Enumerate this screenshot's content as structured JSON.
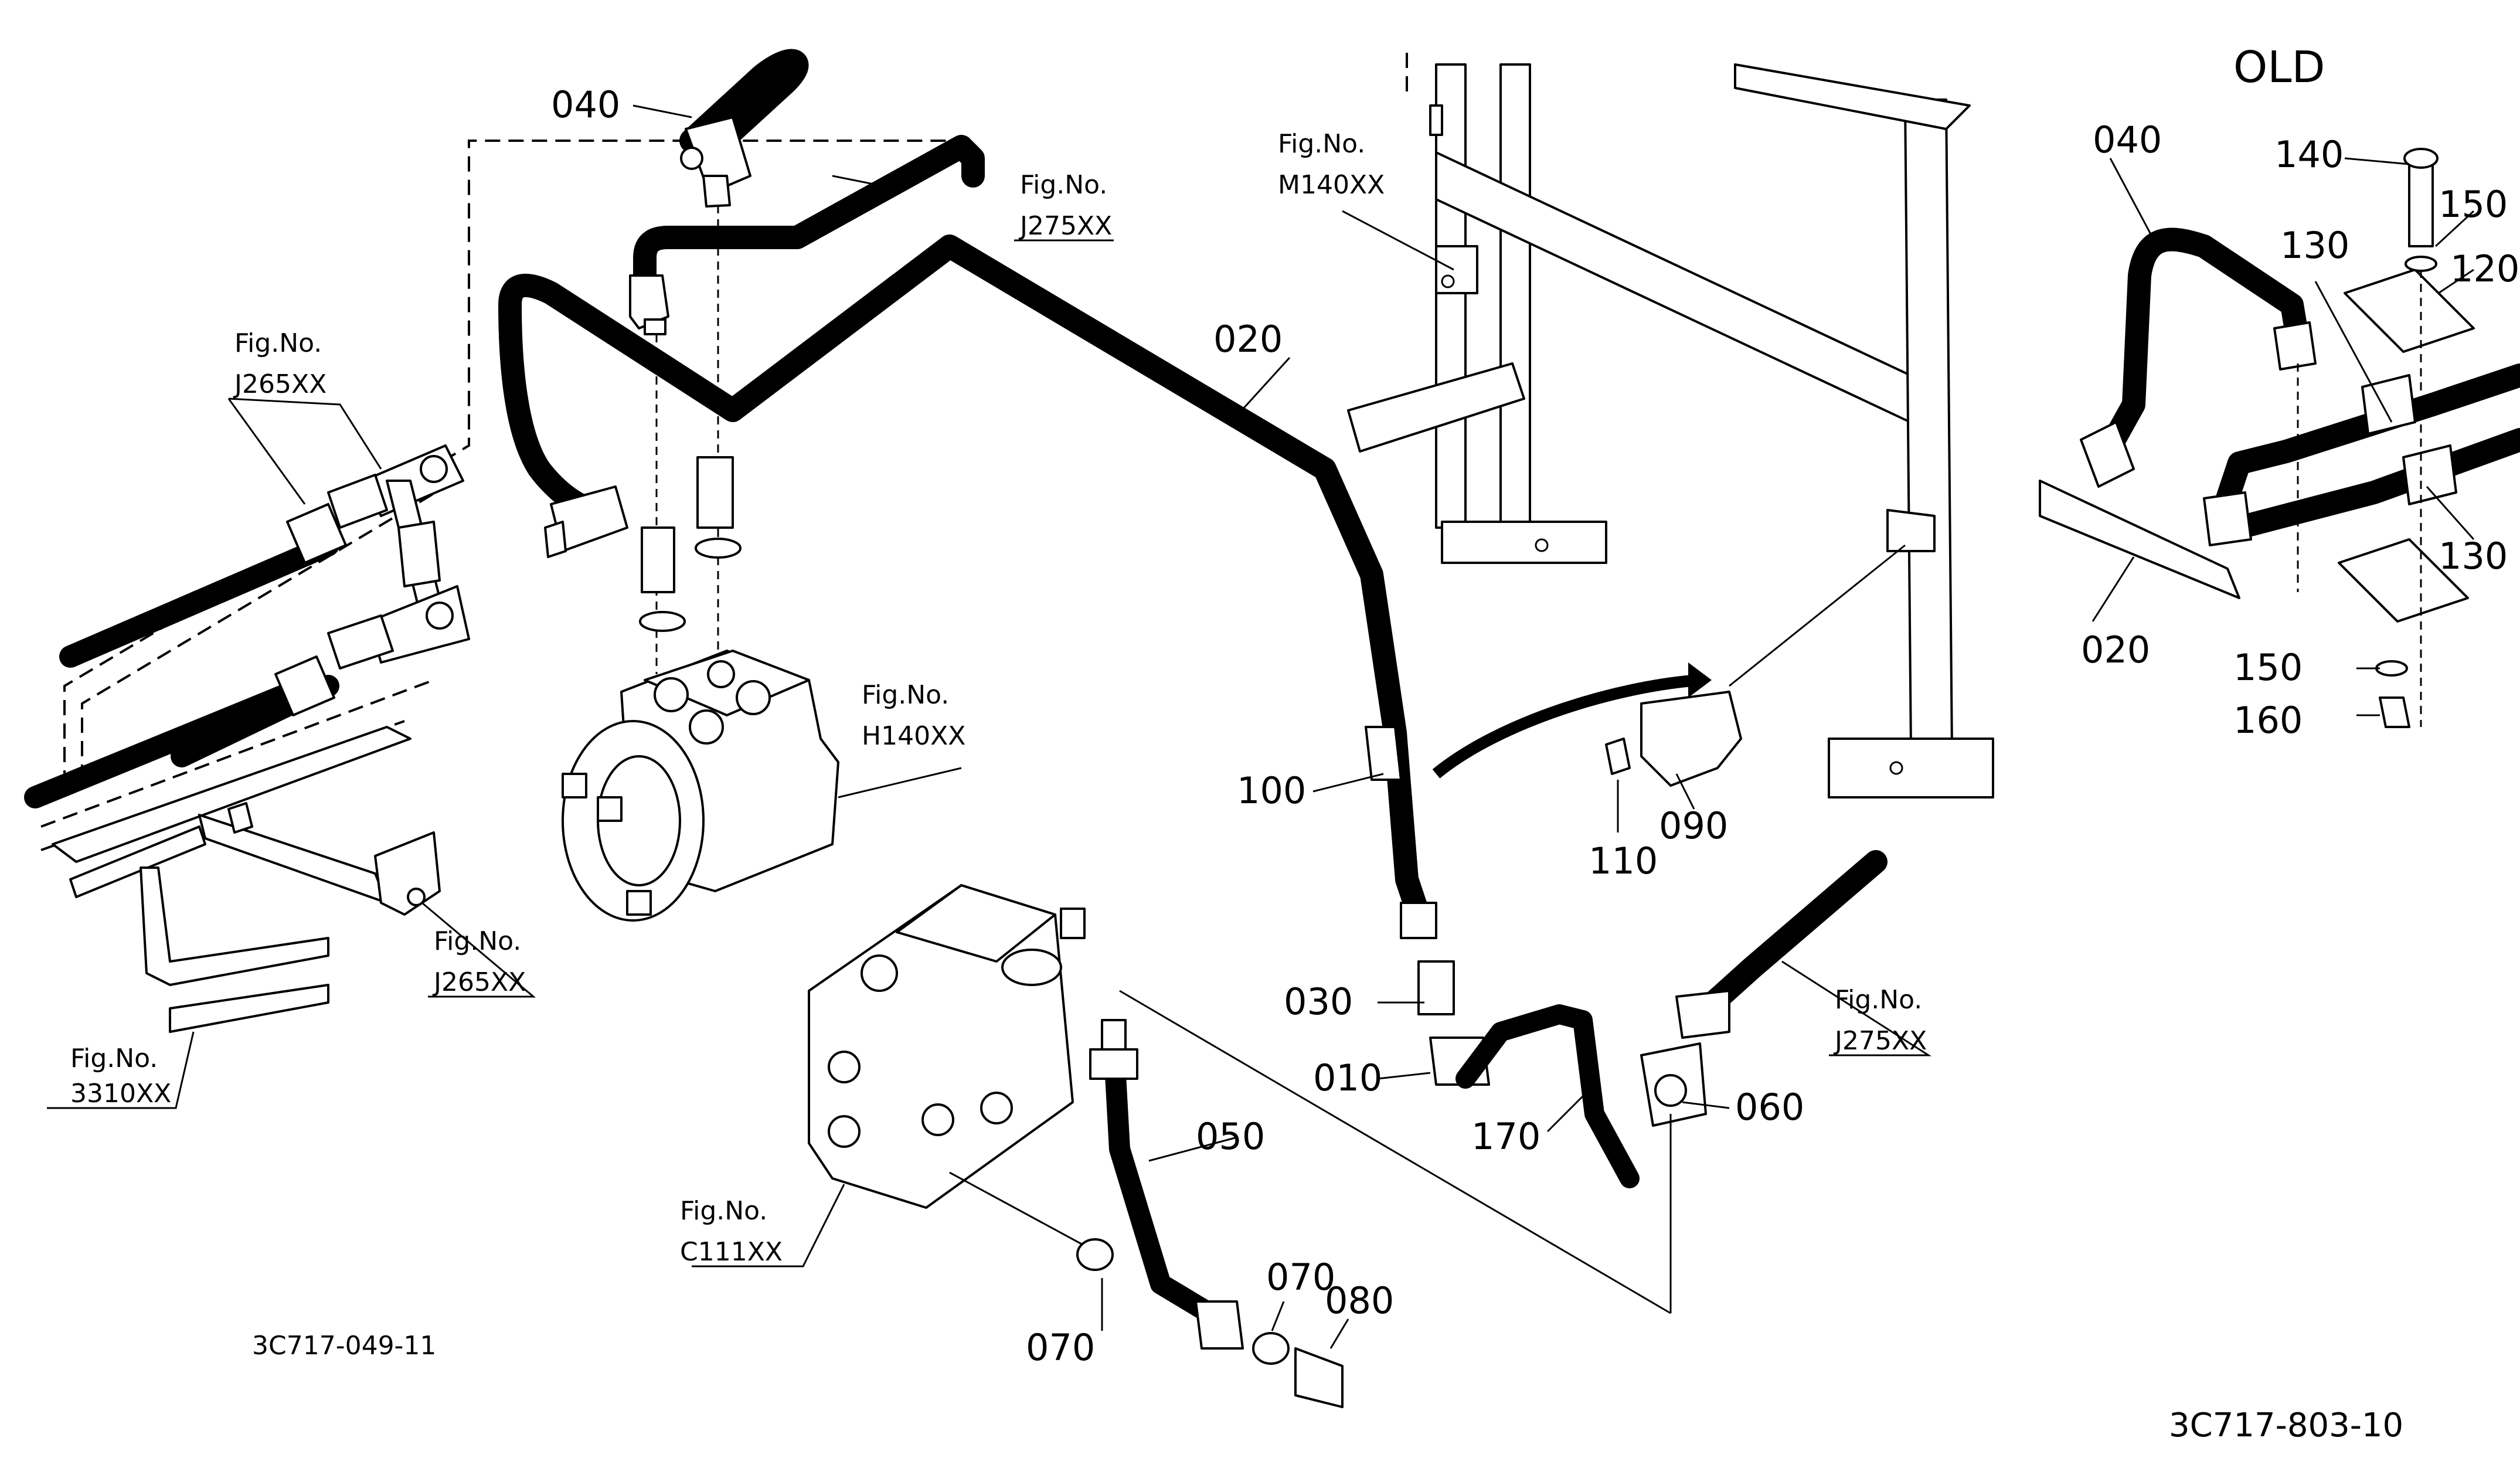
{
  "header": {
    "title": "OLD"
  },
  "part_labels": {
    "p010": "010",
    "p020": "020",
    "p030": "030",
    "p040": "040",
    "p050": "050",
    "p060": "060",
    "p070a": "070",
    "p070b": "070",
    "p080": "080",
    "p090": "090",
    "p100": "100",
    "p110": "110",
    "p170": "170",
    "old_040": "040",
    "old_020": "020",
    "old_120": "120",
    "old_130a": "130",
    "old_130b": "130",
    "old_140": "140",
    "old_150a": "150",
    "old_150b": "150",
    "old_160": "160"
  },
  "figure_refs": {
    "fig_j275_top": {
      "prefix": "Fig.No.",
      "code": "J275XX"
    },
    "fig_m140": {
      "prefix": "Fig.No.",
      "code": "M140XX"
    },
    "fig_j265_left": {
      "prefix": "Fig.No.",
      "code": "J265XX"
    },
    "fig_h140": {
      "prefix": "Fig.No.",
      "code": "H140XX"
    },
    "fig_j265_bottom": {
      "prefix": "Fig.No.",
      "code": "J265XX"
    },
    "fig_3310": {
      "prefix": "Fig.No.",
      "code": "3310XX"
    },
    "fig_c111": {
      "prefix": "Fig.No.",
      "code": "C111XX"
    },
    "fig_j275_right": {
      "prefix": "Fig.No.",
      "code": "J275XX"
    }
  },
  "drawing_codes": {
    "left": "3C717-049-11",
    "right": "3C717-803-10"
  }
}
